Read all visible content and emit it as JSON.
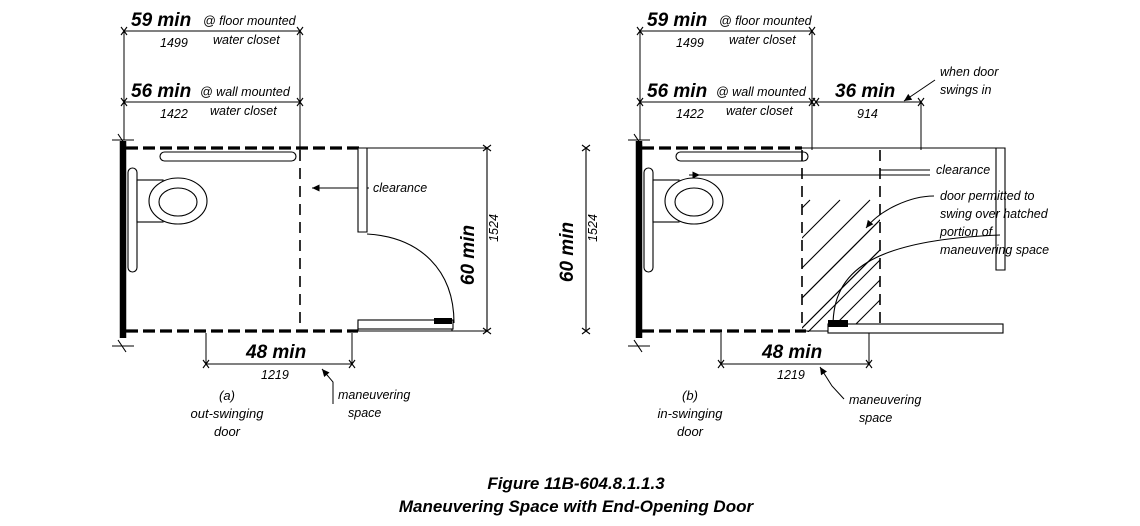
{
  "figure": {
    "caption_line1": "Figure 11B-604.8.1.1.3",
    "caption_line2": "Maneuvering Space with End-Opening Door"
  },
  "diagram_a": {
    "id": "(a)",
    "title_line1": "out-swinging",
    "title_line2": "door",
    "dimensions": {
      "top_floor_mounted": {
        "value": "59 min",
        "metric": "1499",
        "note_line1": "@ floor mounted",
        "note_line2": "water closet"
      },
      "top_wall_mounted": {
        "value": "56 min",
        "metric": "1422",
        "note_line1": "@ wall mounted",
        "note_line2": "water closet"
      },
      "right_height": {
        "value": "60 min",
        "metric": "1524"
      },
      "bottom_width": {
        "value": "48 min",
        "metric": "1219"
      }
    },
    "labels": {
      "clearance": "clearance",
      "maneuvering_line1": "maneuvering",
      "maneuvering_line2": "space"
    }
  },
  "diagram_b": {
    "id": "(b)",
    "title_line1": "in-swinging",
    "title_line2": "door",
    "dimensions": {
      "top_floor_mounted": {
        "value": "59 min",
        "metric": "1499",
        "note_line1": "@ floor mounted",
        "note_line2": "water closet"
      },
      "top_wall_mounted": {
        "value": "56 min",
        "metric": "1422",
        "note_line1": "@ wall mounted",
        "note_line2": "water closet"
      },
      "top_door_swing": {
        "value": "36 min",
        "metric": "914",
        "note_line1": "when door",
        "note_line2": "swings in"
      },
      "left_height": {
        "value": "60 min",
        "metric": "1524"
      },
      "bottom_width": {
        "value": "48 min",
        "metric": "1219"
      }
    },
    "labels": {
      "clearance": "clearance",
      "hatched_line1": "door permitted to",
      "hatched_line2": "swing over hatched",
      "hatched_line3": "portion of",
      "hatched_line4": "maneuvering space",
      "maneuvering_line1": "maneuvering",
      "maneuvering_line2": "space"
    }
  },
  "colors": {
    "ink": "#000000",
    "paper": "#ffffff"
  }
}
